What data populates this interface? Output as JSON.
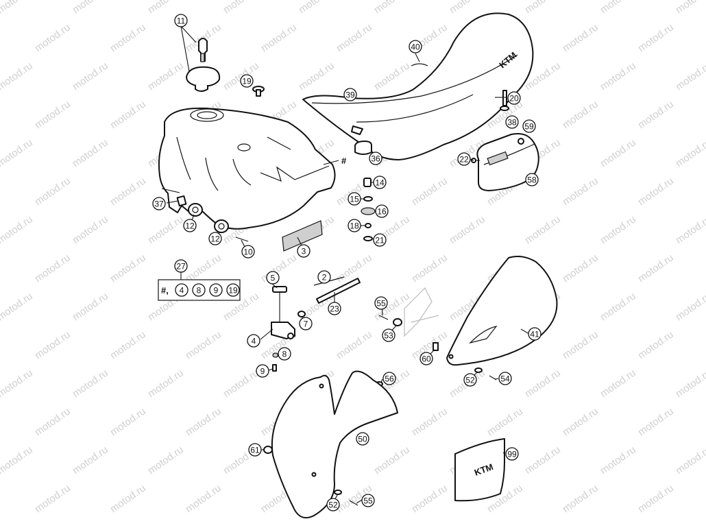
{
  "watermark": {
    "text": "motod.ru",
    "color": "#d0d0d0"
  },
  "callouts": [
    {
      "id": "c11",
      "label": "11"
    },
    {
      "id": "c19a",
      "label": "19"
    },
    {
      "id": "c39",
      "label": "39"
    },
    {
      "id": "c40",
      "label": "40"
    },
    {
      "id": "c20",
      "label": "20"
    },
    {
      "id": "c38",
      "label": "38"
    },
    {
      "id": "c59",
      "label": "59"
    },
    {
      "id": "c22",
      "label": "22"
    },
    {
      "id": "c58",
      "label": "58"
    },
    {
      "id": "c36",
      "label": "36"
    },
    {
      "id": "c14",
      "label": "14"
    },
    {
      "id": "c15",
      "label": "15"
    },
    {
      "id": "c16",
      "label": "16"
    },
    {
      "id": "c18",
      "label": "18"
    },
    {
      "id": "c21",
      "label": "21"
    },
    {
      "id": "c37",
      "label": "37"
    },
    {
      "id": "c12a",
      "label": "12"
    },
    {
      "id": "c12b",
      "label": "12"
    },
    {
      "id": "c10",
      "label": "10"
    },
    {
      "id": "c3",
      "label": "3"
    },
    {
      "id": "c27",
      "label": "27"
    },
    {
      "id": "c5",
      "label": "5"
    },
    {
      "id": "c2",
      "label": "2"
    },
    {
      "id": "c23",
      "label": "23"
    },
    {
      "id": "c7",
      "label": "7"
    },
    {
      "id": "c4",
      "label": "4"
    },
    {
      "id": "c8",
      "label": "8"
    },
    {
      "id": "c9",
      "label": "9"
    },
    {
      "id": "c55a",
      "label": "55"
    },
    {
      "id": "c53",
      "label": "53"
    },
    {
      "id": "c41",
      "label": "41"
    },
    {
      "id": "c60",
      "label": "60"
    },
    {
      "id": "c52a",
      "label": "52"
    },
    {
      "id": "c54",
      "label": "54"
    },
    {
      "id": "c56",
      "label": "56"
    },
    {
      "id": "c50",
      "label": "50"
    },
    {
      "id": "c61",
      "label": "61"
    },
    {
      "id": "c52b",
      "label": "52"
    },
    {
      "id": "c55b",
      "label": "55"
    },
    {
      "id": "c99",
      "label": "99"
    }
  ],
  "kit_box": {
    "hash": "#,",
    "items": [
      "4",
      "8",
      "9",
      "19"
    ]
  },
  "hash_marks": {
    "tank": "#"
  },
  "logo_text": "KTM"
}
